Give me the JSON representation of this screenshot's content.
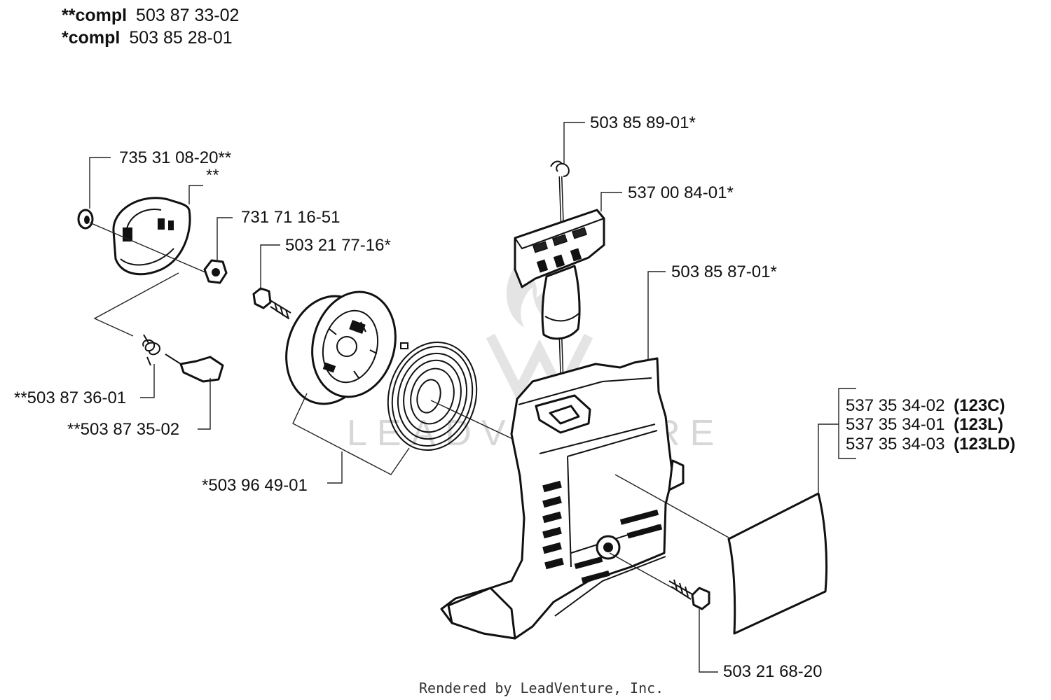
{
  "header": {
    "line1_prefix": "**compl",
    "line1_number": "503 87 33-02",
    "line2_prefix": "*compl",
    "line2_number": "503 85 28-01"
  },
  "callouts": {
    "washer": "735 31 08-20**",
    "cover_star": "**",
    "nut": "731 71 16-51",
    "screw_top": "503 21 77-16*",
    "pulley_spring": "*503 96 49-01",
    "spring": "**503 87 36-01",
    "pawl": "**503 87 35-02",
    "rope": "503 85 89-01*",
    "handle": "537 00 84-01*",
    "housing": "503 85 87-01*",
    "screw_bottom": "503 21 68-20"
  },
  "decal": [
    {
      "number": "537 35 34-02",
      "model": "(123C)"
    },
    {
      "number": "537 35 34-01",
      "model": "(123L)"
    },
    {
      "number": "537 35 34-03",
      "model": "(123LD)"
    }
  ],
  "watermark": "LEADVENTURE",
  "footer": "Rendered by LeadVenture, Inc."
}
